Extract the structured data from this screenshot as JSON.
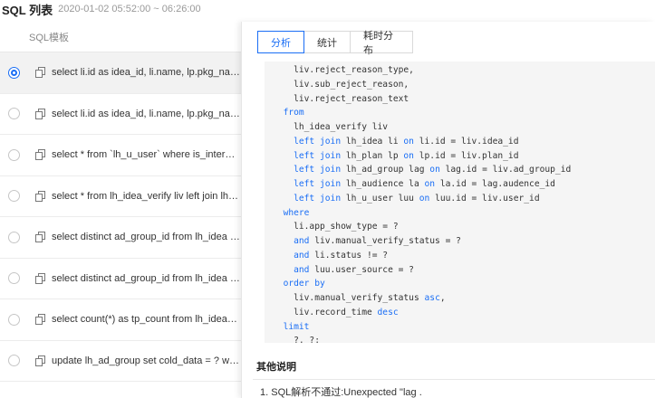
{
  "header": {
    "title": "SQL 列表",
    "time_range": "2020-01-02 05:52:00 ~ 06:26:00"
  },
  "sql_list": {
    "column_header": "SQL模板",
    "rows": [
      {
        "text": "select li.id as idea_id, li.name, lp.pkg_name, li...",
        "selected": true
      },
      {
        "text": "select li.id as idea_id, li.name, lp.pkg_name, li...",
        "selected": false
      },
      {
        "text": "select * from `lh_u_user` where is_internal_u...",
        "selected": false
      },
      {
        "text": "select * from lh_idea_verify liv left join lh_ide...",
        "selected": false
      },
      {
        "text": "select distinct ad_group_id from lh_idea wher...",
        "selected": false
      },
      {
        "text": "select distinct ad_group_id from lh_idea wher...",
        "selected": false
      },
      {
        "text": "select count(*) as tp_count from lh_idea_verif...",
        "selected": false
      },
      {
        "text": "update lh_ad_group set cold_data = ? where ...",
        "selected": false
      }
    ]
  },
  "detail": {
    "tabs": [
      {
        "label": "分析",
        "active": true
      },
      {
        "label": "统计",
        "active": false
      },
      {
        "label": "耗时分布",
        "active": false
      }
    ],
    "code_lines": [
      [
        {
          "t": "    liv.reject_reason_type,"
        }
      ],
      [
        {
          "t": "    liv.sub_reject_reason,"
        }
      ],
      [
        {
          "t": "    liv.reject_reason_text"
        }
      ],
      [
        {
          "t": "  "
        },
        {
          "t": "from",
          "k": true
        }
      ],
      [
        {
          "t": "    lh_idea_verify liv"
        }
      ],
      [
        {
          "t": "    "
        },
        {
          "t": "left join",
          "k": true
        },
        {
          "t": " lh_idea li "
        },
        {
          "t": "on",
          "k": true
        },
        {
          "t": " li.id = liv.idea_id"
        }
      ],
      [
        {
          "t": "    "
        },
        {
          "t": "left join",
          "k": true
        },
        {
          "t": " lh_plan lp "
        },
        {
          "t": "on",
          "k": true
        },
        {
          "t": " lp.id = liv.plan_id"
        }
      ],
      [
        {
          "t": "    "
        },
        {
          "t": "left join",
          "k": true
        },
        {
          "t": " lh_ad_group lag "
        },
        {
          "t": "on",
          "k": true
        },
        {
          "t": " lag.id = liv.ad_group_id"
        }
      ],
      [
        {
          "t": "    "
        },
        {
          "t": "left join",
          "k": true
        },
        {
          "t": " lh_audience la "
        },
        {
          "t": "on",
          "k": true
        },
        {
          "t": " la.id = lag.audence_id"
        }
      ],
      [
        {
          "t": "    "
        },
        {
          "t": "left join",
          "k": true
        },
        {
          "t": " lh_u_user luu "
        },
        {
          "t": "on",
          "k": true
        },
        {
          "t": " luu.id = liv.user_id"
        }
      ],
      [
        {
          "t": "  "
        },
        {
          "t": "where",
          "k": true
        }
      ],
      [
        {
          "t": "    li.app_show_type = ?"
        }
      ],
      [
        {
          "t": "    "
        },
        {
          "t": "and",
          "k": true
        },
        {
          "t": " liv.manual_verify_status = ?"
        }
      ],
      [
        {
          "t": "    "
        },
        {
          "t": "and",
          "k": true
        },
        {
          "t": " li.status != ?"
        }
      ],
      [
        {
          "t": "    "
        },
        {
          "t": "and",
          "k": true
        },
        {
          "t": " luu.user_source = ?"
        }
      ],
      [
        {
          "t": "  "
        },
        {
          "t": "order by",
          "k": true
        }
      ],
      [
        {
          "t": "    liv.manual_verify_status "
        },
        {
          "t": "asc",
          "k": true
        },
        {
          "t": ","
        }
      ],
      [
        {
          "t": "    liv.record_time "
        },
        {
          "t": "desc",
          "k": true
        }
      ],
      [
        {
          "t": "  "
        },
        {
          "t": "limit",
          "k": true
        }
      ],
      [
        {
          "t": "    ?, ?;"
        }
      ]
    ],
    "notes_title": "其他说明",
    "notes": [
      "1. SQL解析不通过:Unexpected \"lag ."
    ]
  },
  "colors": {
    "accent": "#1a6ef5",
    "code_bg": "#f5f5f5",
    "selected_row_bg": "#f2f2f2"
  }
}
